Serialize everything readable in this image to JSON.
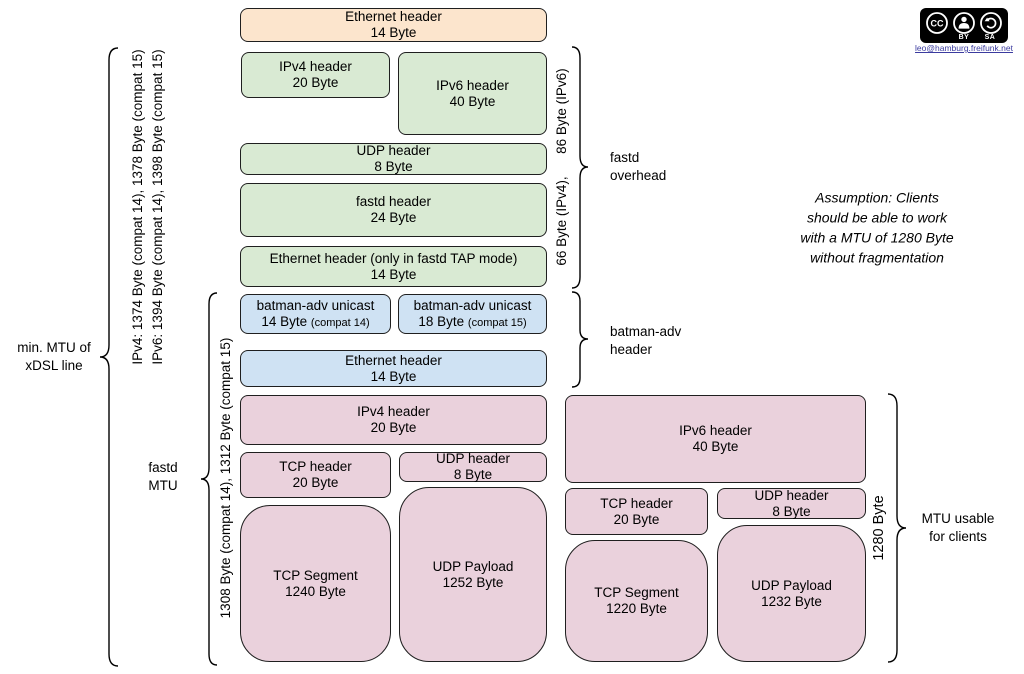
{
  "colors": {
    "orange": "#fce5cd",
    "green": "#d9ead3",
    "blue": "#cfe2f3",
    "pink": "#ead1dc",
    "border": "#1f1f1f",
    "link": "#3b3b9f"
  },
  "boxes": {
    "eth_top": {
      "line1": "Ethernet header",
      "line2": "14 Byte"
    },
    "ipv4_fastd": {
      "line1": "IPv4 header",
      "line2": "20 Byte"
    },
    "ipv6_fastd": {
      "line1": "IPv6 header",
      "line2": "40 Byte"
    },
    "udp_fastd": {
      "line1": "UDP header",
      "line2": "8 Byte"
    },
    "fastd": {
      "line1": "fastd header",
      "line2": "24 Byte"
    },
    "eth_tap": {
      "line1": "Ethernet header (only in fastd TAP mode)",
      "line2": "14 Byte"
    },
    "batman14": {
      "line1": "batman-adv unicast",
      "line2": "14 Byte",
      "note": "(compat 14)"
    },
    "batman15": {
      "line1": "batman-adv unicast",
      "line2": "18 Byte",
      "note": "(compat 15)"
    },
    "eth_batman": {
      "line1": "Ethernet header",
      "line2": "14 Byte"
    },
    "ipv4": {
      "line1": "IPv4 header",
      "line2": "20 Byte"
    },
    "tcp_hdr_v4": {
      "line1": "TCP header",
      "line2": "20 Byte"
    },
    "udp_hdr_v4": {
      "line1": "UDP header",
      "line2": "8 Byte"
    },
    "tcp_seg_v4": {
      "line1": "TCP Segment",
      "line2": "1240 Byte"
    },
    "udp_pay_v4": {
      "line1": "UDP Payload",
      "line2": "1252 Byte"
    },
    "ipv6": {
      "line1": "IPv6 header",
      "line2": "40 Byte"
    },
    "tcp_hdr_v6": {
      "line1": "TCP header",
      "line2": "20 Byte"
    },
    "udp_hdr_v6": {
      "line1": "UDP header",
      "line2": "8 Byte"
    },
    "tcp_seg_v6": {
      "line1": "TCP Segment",
      "line2": "1220 Byte"
    },
    "udp_pay_v6": {
      "line1": "UDP Payload",
      "line2": "1232 Byte"
    }
  },
  "side_labels": {
    "min_mtu": "min. MTU of\nxDSL line",
    "mtu_values": "IPv4: 1374 Byte (compat 14), 1378 Byte (compat 15)\nIPv6: 1394 Byte (compat 14), 1398 Byte (compat 15)",
    "fastd_mtu": "fastd\nMTU",
    "fastd_mtu_values": "1308 Byte (compat 14), 1312 Byte (compat 15)",
    "fastd_overhead_values": "66 Byte (IPv4),      86 Byte (IPv6)",
    "fastd_overhead": "fastd\noverhead",
    "batman_header": "batman-adv\nheader",
    "clients_value": "1280 Byte",
    "mtu_clients": "MTU usable\nfor clients"
  },
  "annotation": "Assumption: Clients\nshould be able to work\nwith a MTU of 1280 Byte\nwithout fragmentation",
  "license": {
    "cc": "CC",
    "by": "BY",
    "sa": "SA",
    "email": "leo@hamburg.freifunk.net"
  }
}
